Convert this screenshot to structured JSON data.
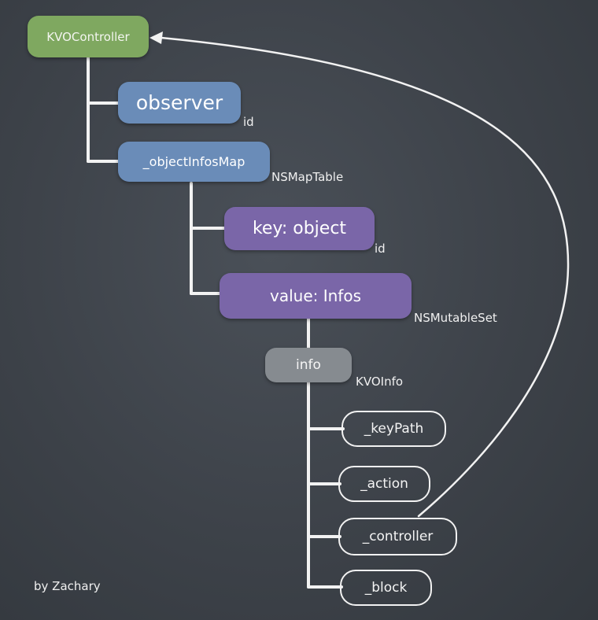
{
  "nodes": {
    "kvo_controller": "KVOController",
    "observer": "observer",
    "object_infos_map": "_objectInfosMap",
    "key": "key:  object",
    "value": "value: Infos",
    "info": "info"
  },
  "types": {
    "observer": "id",
    "object_infos_map": "NSMapTable",
    "key": "id",
    "value": "NSMutableSet",
    "info": "KVOInfo"
  },
  "fields": {
    "key_path": "_keyPath",
    "action": "_action",
    "controller": "_controller",
    "block": "_block"
  },
  "credit": "by Zachary",
  "colors": {
    "green": "#7fa860",
    "blue": "#6a8cb8",
    "purple": "#7a66a8",
    "gray": "#868b90",
    "chalk": "#f2f2f2",
    "board": "#3d4249"
  }
}
